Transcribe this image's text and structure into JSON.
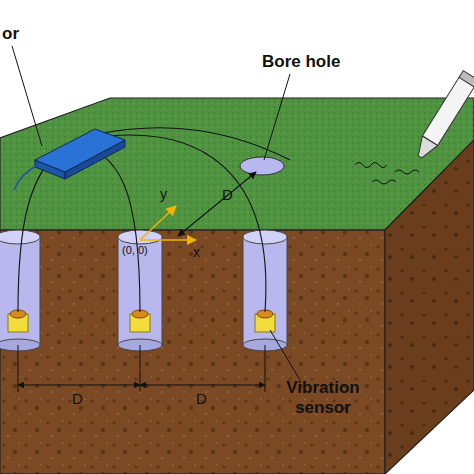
{
  "diagram": {
    "labels": [
      "or",
      "Bore hole",
      "D",
      "y",
      "x",
      "(0, 0)",
      "D",
      "D",
      "Vibration sensor"
    ]
  }
}
